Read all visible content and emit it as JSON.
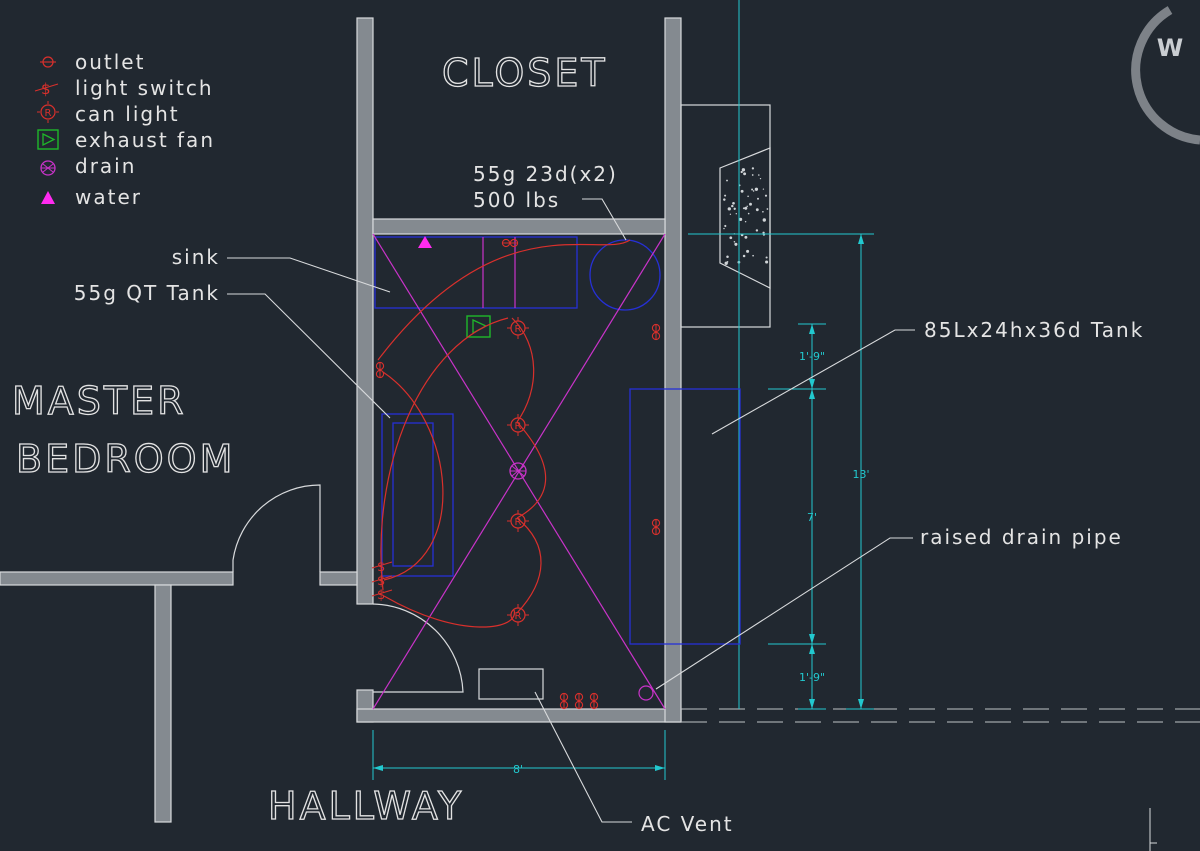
{
  "legend": {
    "items": [
      {
        "symbol": "outlet-icon",
        "label": "outlet"
      },
      {
        "symbol": "light-switch-icon",
        "label": "light switch"
      },
      {
        "symbol": "can-light-icon",
        "label": "can light"
      },
      {
        "symbol": "exhaust-fan-icon",
        "label": "exhaust fan"
      },
      {
        "symbol": "drain-icon",
        "label": "drain"
      },
      {
        "symbol": "water-icon",
        "label": "water"
      }
    ]
  },
  "rooms": {
    "closet": "CLOSET",
    "master_line1": "MASTER",
    "master_line2": "BEDROOM",
    "hallway": "HALLWAY"
  },
  "annotations": {
    "heater_line1": "55g 23d(x2)",
    "heater_line2": "500 lbs",
    "sink": "sink",
    "qt_tank": "55g QT Tank",
    "tank": "85Lx24hx36d Tank",
    "raised_drain": "raised drain pipe",
    "ac_vent": "AC Vent"
  },
  "dimensions": {
    "top_gap": "1'-9\"",
    "tank_length": "7'",
    "bottom_gap": "1'-9\"",
    "overall_height": "13'",
    "width": "8'"
  },
  "viewcube_label": "W",
  "colors": {
    "background": "#212830",
    "wall": "#848a90",
    "annotation": "#e4e4e4",
    "dimension": "#22c9cf",
    "electrical": "#d9302c",
    "equipment": "#2630d6",
    "plumbing": "#c933c9",
    "fan": "#1fb82a",
    "water": "#ff2bf0"
  }
}
